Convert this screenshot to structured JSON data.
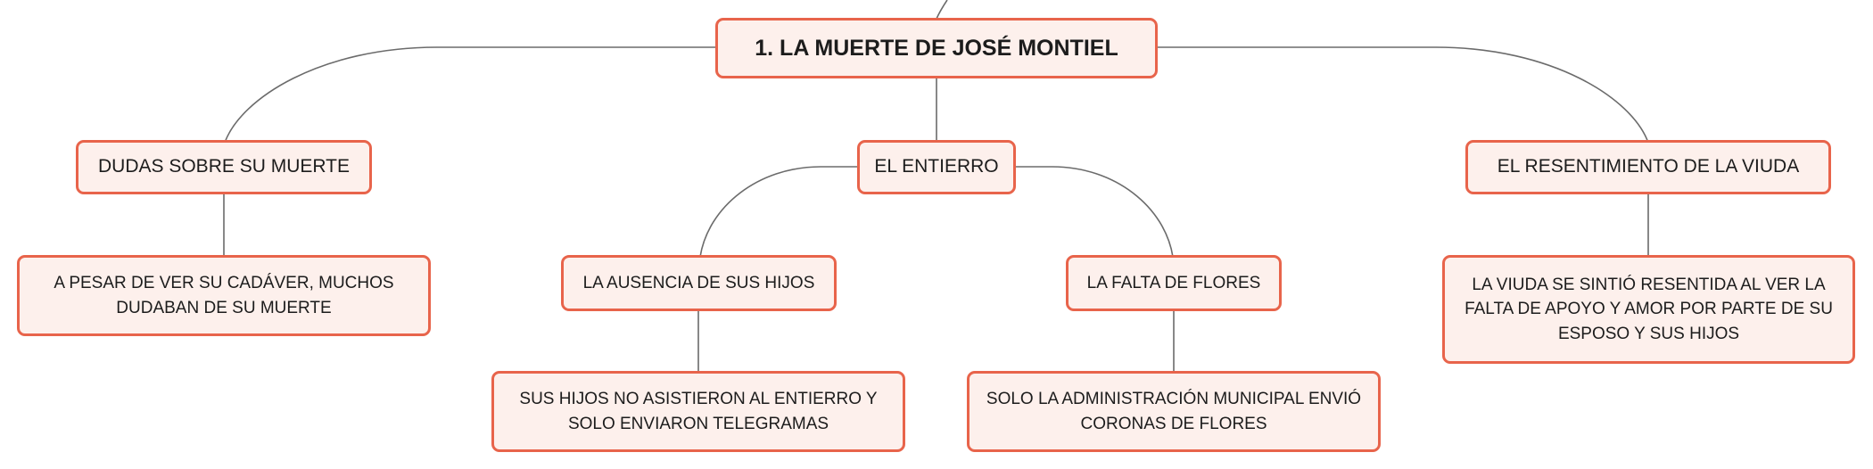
{
  "map": {
    "root": "1. LA MUERTE DE JOSÉ MONTIEL",
    "branches": [
      {
        "title": "DUDAS SOBRE SU MUERTE",
        "detail": "A PESAR DE VER SU CADÁVER, MUCHOS DUDABAN DE SU MUERTE"
      },
      {
        "title": "EL ENTIERRO",
        "subbranches": [
          {
            "title": "LA AUSENCIA DE SUS HIJOS",
            "detail": "SUS HIJOS NO ASISTIERON AL ENTIERRO Y SOLO ENVIARON TELEGRAMAS"
          },
          {
            "title": "LA FALTA DE FLORES",
            "detail": "SOLO LA ADMINISTRACIÓN MUNICIPAL ENVIÓ CORONAS DE FLORES"
          }
        ]
      },
      {
        "title": "EL RESENTIMIENTO DE LA VIUDA",
        "detail": "LA VIUDA SE SINTIÓ RESENTIDA AL VER LA FALTA DE APOYO Y AMOR POR PARTE DE SU ESPOSO Y SUS HIJOS"
      }
    ]
  },
  "colors": {
    "node_fill": "#fdf0ec",
    "node_border": "#e8644b",
    "connector": "#6b6b6b"
  }
}
